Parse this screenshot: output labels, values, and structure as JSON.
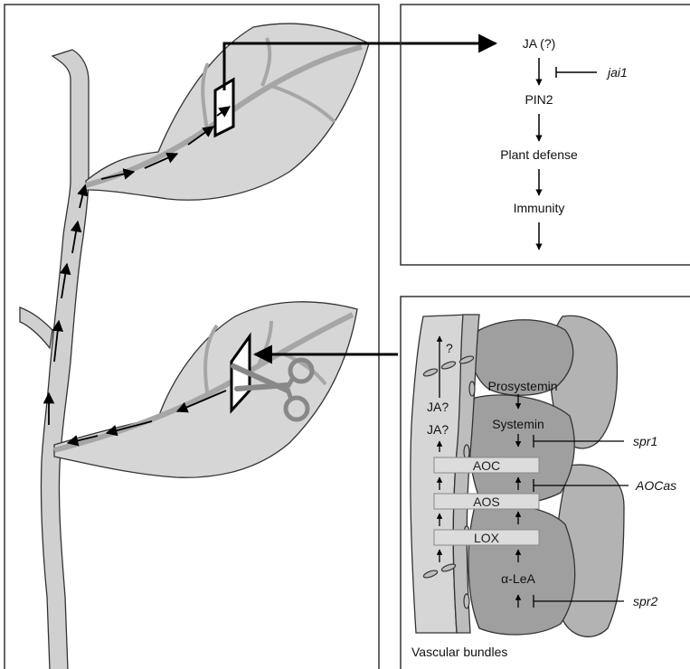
{
  "pathway": {
    "ja": "JA (?)",
    "jai1": "jai1",
    "pin2": "PIN2",
    "plant_defense": "Plant defense",
    "immunity": "Immunity"
  },
  "cell": {
    "question": "?",
    "ja_q1": "JA?",
    "ja_q2": "JA?",
    "prosystemin": "Prosystemin",
    "systemin": "Systemin",
    "aoc": "AOC",
    "aos": "AOS",
    "lox": "LOX",
    "alpha_lea": "α-LeA",
    "spr1": "spr1",
    "aocas": "AOCas",
    "spr2": "spr2",
    "vascular_bundles": "Vascular bundles"
  },
  "colors": {
    "leaf_fill": "#d6d6d6",
    "stem_fill": "#d0d0d0",
    "vein": "#a6a6a6",
    "cell_dark": "#9f9f9f",
    "cell_mid": "#b3b3b3",
    "enzyme_box": "#dcdcdc"
  }
}
